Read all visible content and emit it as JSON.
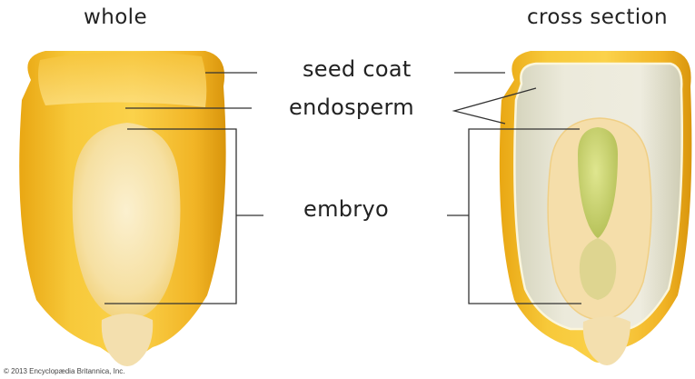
{
  "headings": {
    "whole": "whole",
    "cross_section": "cross section"
  },
  "labels": {
    "seed_coat": "seed coat",
    "endosperm": "endosperm",
    "embryo": "embryo"
  },
  "credit": "© 2013 Encyclopædia Britannica, Inc.",
  "colors": {
    "kernel_gold": "#f2b424",
    "kernel_light": "#f8d55a",
    "endosperm_cream": "#e9e6cf",
    "embryo_cream": "#f6dfa8",
    "embryo_green": "#c9d66a",
    "leader_line": "#333333"
  }
}
